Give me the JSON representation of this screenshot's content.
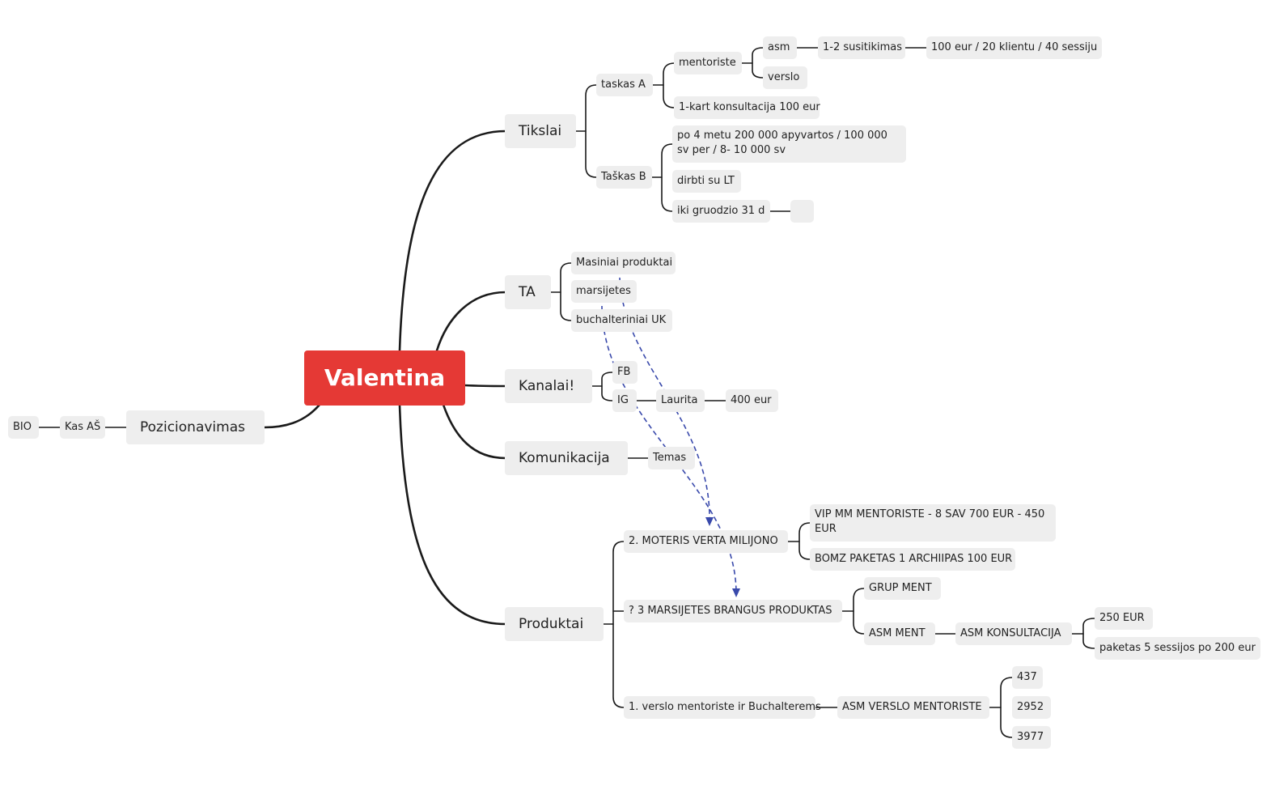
{
  "map": {
    "root": "Valentina",
    "branches": {
      "tikslai": {
        "label": "Tikslai",
        "taskas_a": {
          "label": "taskas A",
          "mentoriste": "mentoriste",
          "asm": "asm",
          "susitikimas": "1-2 susitikimas",
          "kaina": "100 eur / 20 klientu / 40 sessiju",
          "verslo": "verslo",
          "konsultacija": "1-kart konsultacija 100 eur"
        },
        "taskas_b": {
          "label": "Taškas B",
          "apyvarta": "po 4 metu 200 000 apyvartos / 100 000 sv per / 8- 10 000 sv",
          "dirbti": "dirbti su LT",
          "iki": "iki gruodzio 31 d",
          "empty": ""
        }
      },
      "ta": {
        "label": "TA",
        "masiniai": "Masiniai produktai",
        "marsijetes": "marsijetes",
        "buchalteriniai": "buchalteriniai UK"
      },
      "kanalai": {
        "label": "Kanalai!",
        "fb": "FB",
        "ig": "IG",
        "laurita": "Laurita",
        "eur400": "400 eur"
      },
      "komunikacija": {
        "label": "Komunikacija",
        "temas": "Temas"
      },
      "produktai": {
        "label": "Produktai",
        "moteris": "2. MOTERIS VERTA MILIJONO",
        "vip": "VIP MM MENTORISTE - 8 SAV 700 EUR - 450 EUR",
        "bomz": "BOMZ PAKETAS 1 ARCHIIPAS 100 EUR",
        "marsijetes_brangus": "? 3 MARSIJETES BRANGUS PRODUKTAS",
        "grup": "GRUP MENT",
        "asm_ment": "ASM MENT",
        "asm_konsultacija": "ASM KONSULTACIJA",
        "eur250": "250 EUR",
        "paketas": "paketas 5 sessijos po 200 eur",
        "verslo_mentoriste": "1. verslo mentoriste ir Buchalterems",
        "asm_verslo": "ASM VERSLO MENTORISTE",
        "n437": "437",
        "n2952": "2952",
        "n3977": "3977"
      },
      "pozicionavimas": {
        "label": "Pozicionavimas",
        "kas": "Kas AŠ",
        "bio": "BIO"
      }
    }
  },
  "colors": {
    "root": "#e53935",
    "node": "#eeeeee",
    "line": "#1a1a1a",
    "relation": "#3949ab"
  }
}
